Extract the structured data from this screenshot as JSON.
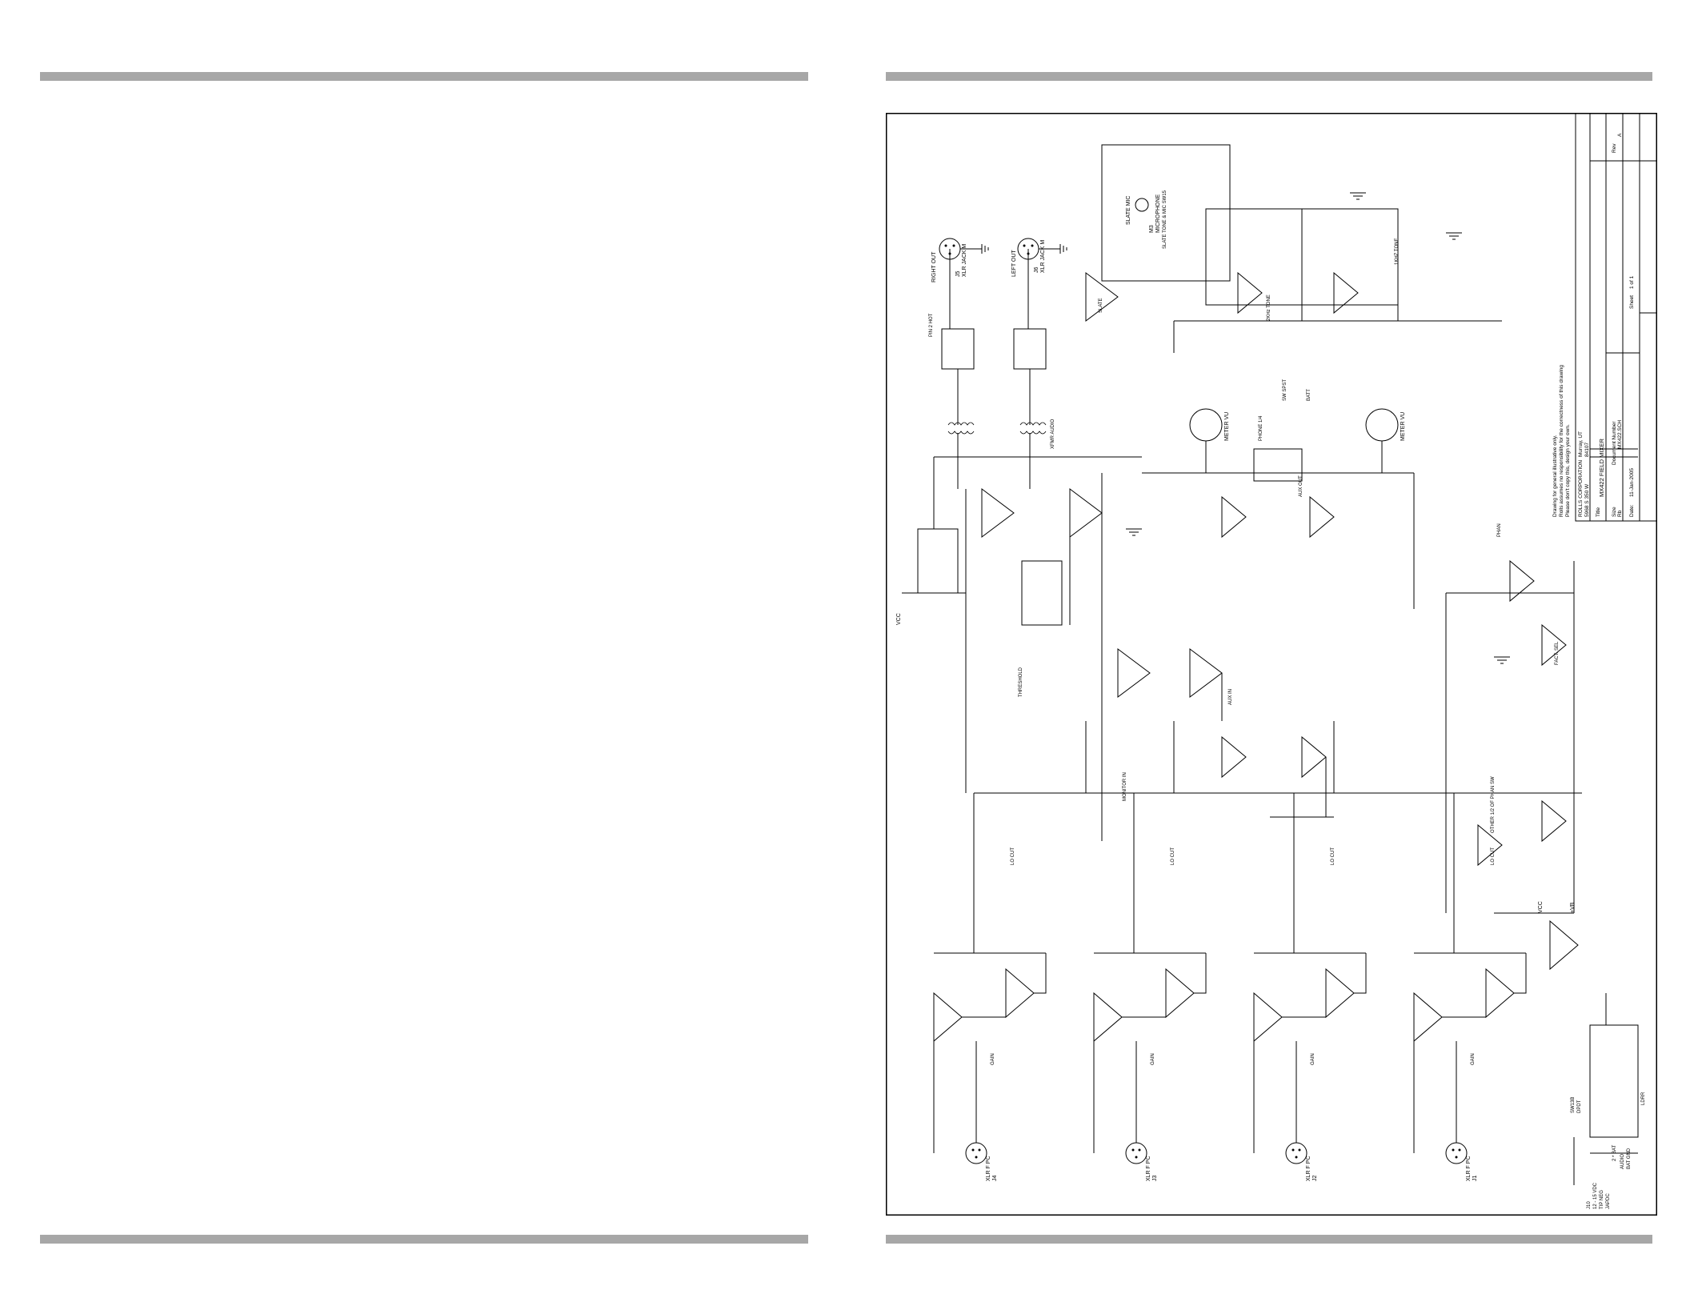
{
  "title_block": {
    "company": "ROLLS CORPORATION",
    "address": "5968 S 350 W",
    "city": "Murray, UT",
    "zip": "84107",
    "disclaimer_1": "Drawing for general illustrative only.",
    "disclaimer_2": "Rolls assumes no responsibility for the correctness of this drawing",
    "disclaimer_3": "Please don't copy this, design your own.",
    "title_label": "Title",
    "title": "MX422 FIELD MIXER",
    "size_label": "Size",
    "doc_label": "Document Number",
    "size": "Rb",
    "document": "MX422.SCH",
    "rev_label": "Rev",
    "rev": "A",
    "date_label": "Date:",
    "date": "11-Jan-2005",
    "sheet_label": "Sheet",
    "sheet": "1 of 1"
  },
  "outputs": {
    "right_out": "RIGHT OUT",
    "right_jack": "XLR JACK M",
    "right_ref": "J5",
    "right_pin": "PIN 2 HOT",
    "left_out": "LEFT OUT",
    "left_jack": "XLR JACK M",
    "left_ref": "J6",
    "slate_mic": "SLATE MIC",
    "microphone": "MICROPHONE",
    "slate_tone": "SLATE TONE & MIC SW15",
    "mic_ref": "M3",
    "tone_1k": "1KHZ TONE",
    "tone_2k": "2KHz TONE"
  },
  "mid": {
    "meter_vu_1": "METER VU",
    "meter_vu_2": "METER VU",
    "phone": "PHONE 1/4",
    "aux_out": "AUX OUT",
    "aux_in": "AUX IN",
    "monitor_in": "MONITOR IN",
    "threshold": "THRESHOLD",
    "batt": "BATT",
    "sw_spst": "SW SPST",
    "phan": "PHAN",
    "fact_sel": "FACT. SEL",
    "other_phan": "OTHER 1/2 OF PHAN SW",
    "xfmr": "XFMR AUDIO",
    "slate": "SLATE",
    "vcc": "VCC",
    "vb": "+VB"
  },
  "channels": [
    {
      "jack": "XLR F PC",
      "ref": "J4",
      "lo_cut": "LO CUT",
      "gain": "GAIN"
    },
    {
      "jack": "XLR F PC",
      "ref": "J3",
      "lo_cut": "LO CUT",
      "gain": "GAIN"
    },
    {
      "jack": "XLR F PC",
      "ref": "J2",
      "lo_cut": "LO CUT",
      "gain": "GAIN"
    },
    {
      "jack": "XLR F PC",
      "ref": "J1",
      "lo_cut": "LO CUT",
      "gain": "GAIN"
    }
  ],
  "power": {
    "jack": "J10",
    "volts": "12 - 15 VDC",
    "tip": "TIP NEG",
    "japdc": "JAPDC",
    "batt_gnd": "BAT GND",
    "bat_9v": "2 * BAT",
    "audio": "AUDIO",
    "ldr": "LDRR",
    "sw": "SW13B",
    "dpdt": "DPDT"
  }
}
